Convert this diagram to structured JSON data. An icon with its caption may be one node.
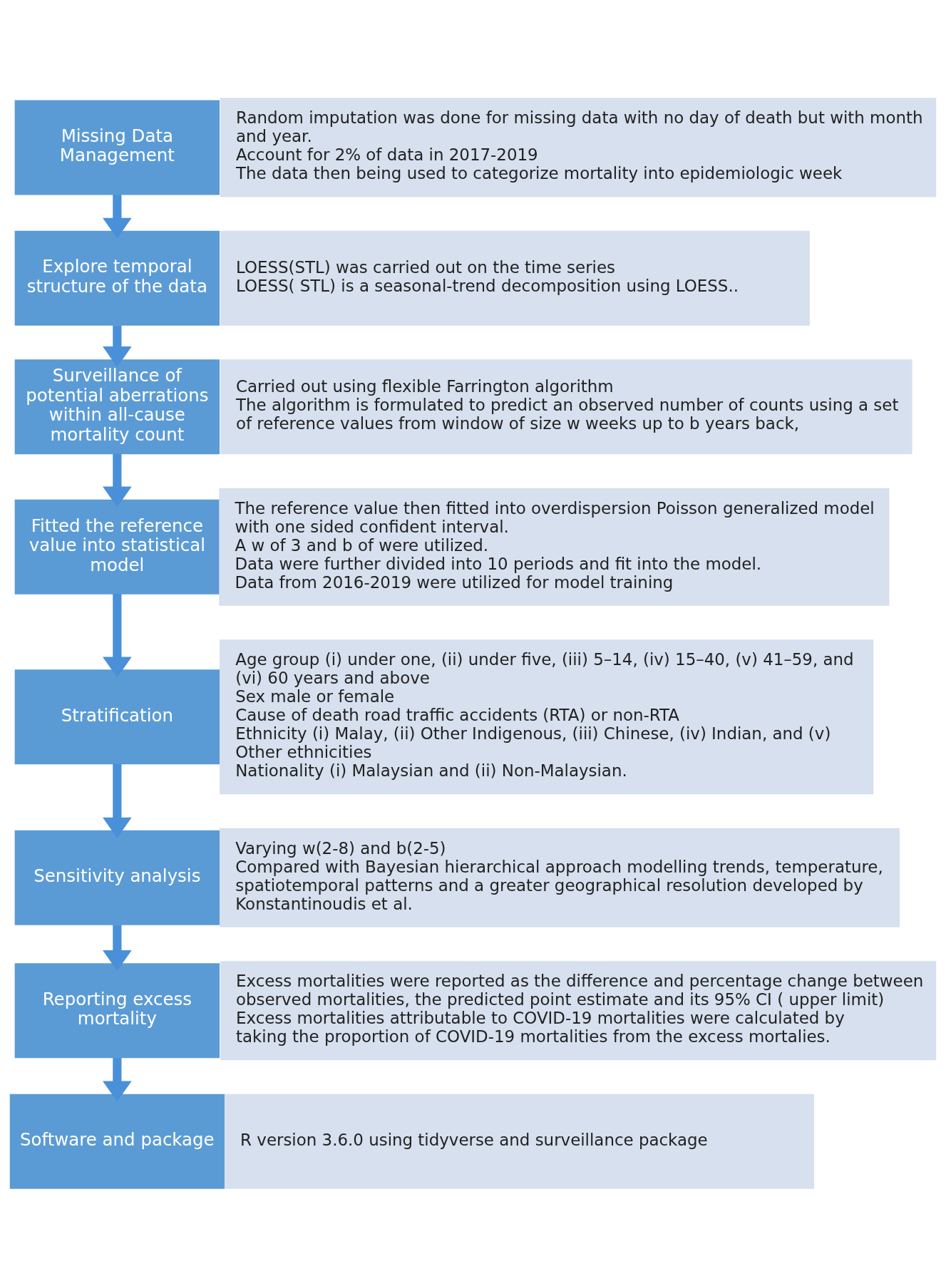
{
  "diagram": {
    "nodes": [
      {
        "text": [
          "Missing Data Management"
        ]
      },
      {
        "text": [
          "Random imputation was done for missing data with no day of death but with month and year.",
          "Account for 2% of data in 2017-2019",
          "The data then being used to categorize mortality into epidemiologic week"
        ]
      },
      {
        "text": [
          "Explore temporal structure of the data"
        ]
      },
      {
        "text": [
          "LOESS(STL) was carried out on the time series",
          "LOESS( STL) is a seasonal-trend decomposition using LOESS.."
        ]
      },
      {
        "text": [
          "Surveillance of potential aberrations within all-cause mortality count"
        ]
      },
      {
        "text": [
          "Carried out using flexible Farrington algorithm",
          "The algorithm is formulated to predict an observed number of counts using a set of reference values from window of size w weeks up to b years back,"
        ]
      },
      {
        "text": [
          "Fitted the reference value into statistical model"
        ]
      },
      {
        "text": [
          "The reference value then fitted into overdispersion Poisson generalized model with one sided confident interval.",
          "A w of 3 and b of were utilized.",
          "Data were further divided into 10 periods and fit into the model.",
          "Data from 2016-2019 were utilized for model training"
        ]
      },
      {
        "text": [
          "Stratification"
        ]
      },
      {
        "text": [
          "Age group (i) under one, (ii) under five, (iii) 5–14, (iv) 15–40, (v) 41–59, and (vi) 60 years and above",
          "Sex male or female",
          "Cause of death road traffic accidents (RTA) or non-RTA",
          "Ethnicity (i) Malay, (ii) Other Indigenous, (iii) Chinese, (iv) Indian, and (v) Other ethnicities",
          "Nationality (i) Malaysian and (ii) Non-Malaysian."
        ]
      },
      {
        "text": [
          "Sensitivity analysis"
        ]
      },
      {
        "text": [
          "Varying w(2-8) and b(2-5)",
          "Compared with Bayesian hierarchical approach modelling trends, temperature, spatiotemporal patterns and a greater geographical resolution developed by Konstantinoudis et al."
        ]
      },
      {
        "text": [
          "Reporting excess mortality"
        ]
      },
      {
        "text": [
          "Excess mortalities were reported as the difference and percentage change between observed mortalities, the predicted point estimate and its 95% CI ( upper limit)",
          "Excess mortalities attributable to COVID-19 mortalities were calculated by taking the proportion of COVID-19 mortalities from the excess mortalies."
        ]
      },
      {
        "text": [
          "Software and package"
        ]
      },
      {
        "text": [
          "R version 3.6.0 using tidyverse and surveillance package"
        ]
      }
    ],
    "edges": [
      {
        "from": 0,
        "to": 2,
        "arrow": "to"
      },
      {
        "from": 2,
        "to": 4,
        "arrow": "to"
      },
      {
        "from": 4,
        "to": 6,
        "arrow": "to"
      },
      {
        "from": 6,
        "to": 8,
        "arrow": "to"
      },
      {
        "from": 8,
        "to": 10,
        "arrow": "to"
      },
      {
        "from": 10,
        "to": 12,
        "arrow": "to"
      },
      {
        "from": 12,
        "to": 14,
        "arrow": "to"
      }
    ]
  }
}
